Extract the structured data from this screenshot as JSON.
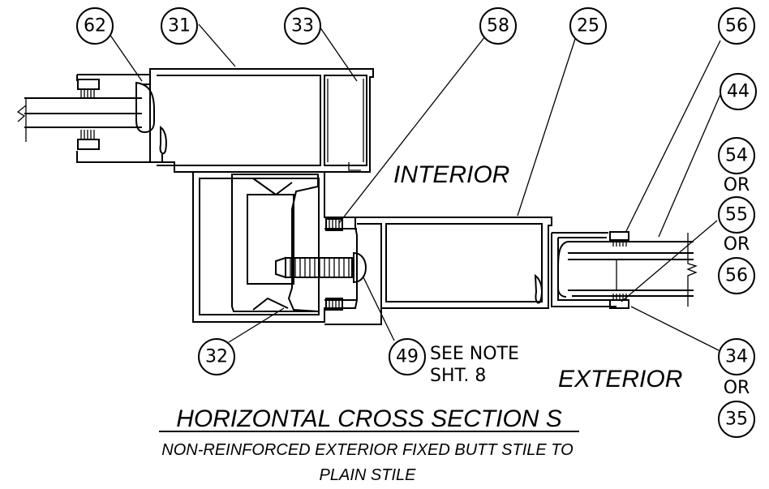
{
  "labels": {
    "interior": "INTERIOR",
    "exterior": "EXTERIOR",
    "see_note_1": "SEE NOTE",
    "see_note_2": "SHT. 8"
  },
  "title": {
    "main": "HORIZONTAL CROSS SECTION S",
    "sub_1": "NON-REINFORCED EXTERIOR FIXED BUTT STILE TO",
    "sub_2": "PLAIN STILE"
  },
  "bubbles": {
    "b62": "62",
    "b31": "31",
    "b33": "33",
    "b58": "58",
    "b25": "25",
    "b56_top": "56",
    "b44": "44",
    "b54": "54",
    "or_1": "OR",
    "b55": "55",
    "or_2": "OR",
    "b56_mid": "56",
    "b32": "32",
    "b49": "49",
    "b34": "34",
    "or_3": "OR",
    "b35": "35"
  }
}
